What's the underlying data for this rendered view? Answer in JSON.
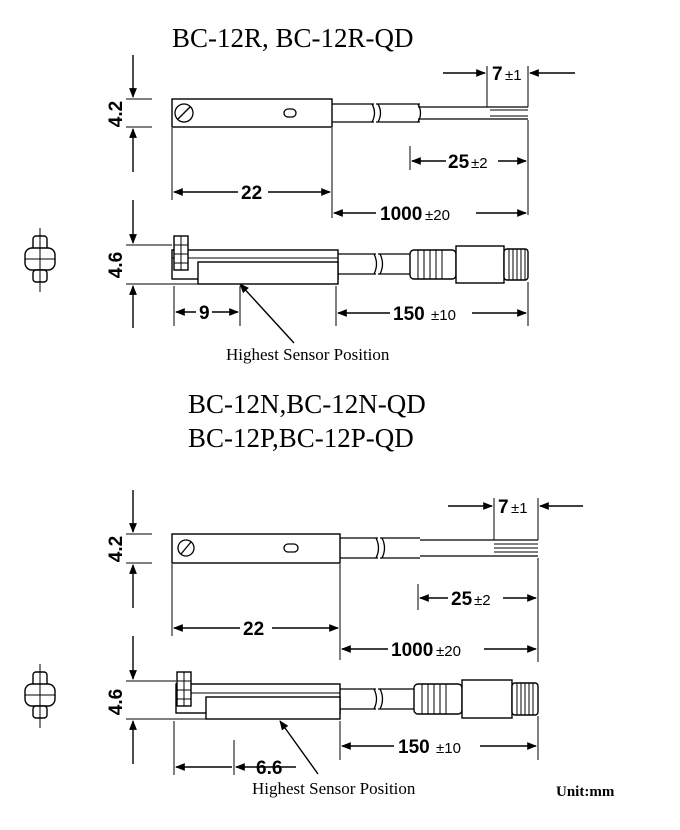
{
  "section_r": {
    "title": "BC-12R, BC-12R-QD",
    "dim_height_top": "4.2",
    "dim_lead_strip_value": "7",
    "dim_lead_strip_tol": "±1",
    "dim_strip_value": "25",
    "dim_strip_tol": "±2",
    "dim_body_length": "22",
    "dim_cable_value": "1000",
    "dim_cable_tol": "±20",
    "dim_height_side": "4.6",
    "dim_sensor_offset": "9",
    "dim_connector_value": "150",
    "dim_connector_tol": "±10",
    "caption": "Highest Sensor Position"
  },
  "section_np": {
    "title_line1": "BC-12N,BC-12N-QD",
    "title_line2": "BC-12P,BC-12P-QD",
    "dim_height_top": "4.2",
    "dim_lead_strip_value": "7",
    "dim_lead_strip_tol": "±1",
    "dim_strip_value": "25",
    "dim_strip_tol": "±2",
    "dim_body_length": "22",
    "dim_cable_value": "1000",
    "dim_cable_tol": "±20",
    "dim_height_side": "4.6",
    "dim_sensor_offset": "6.6",
    "dim_connector_value": "150",
    "dim_connector_tol": "±10",
    "caption": "Highest Sensor Position"
  },
  "unit_label": "Unit:mm"
}
